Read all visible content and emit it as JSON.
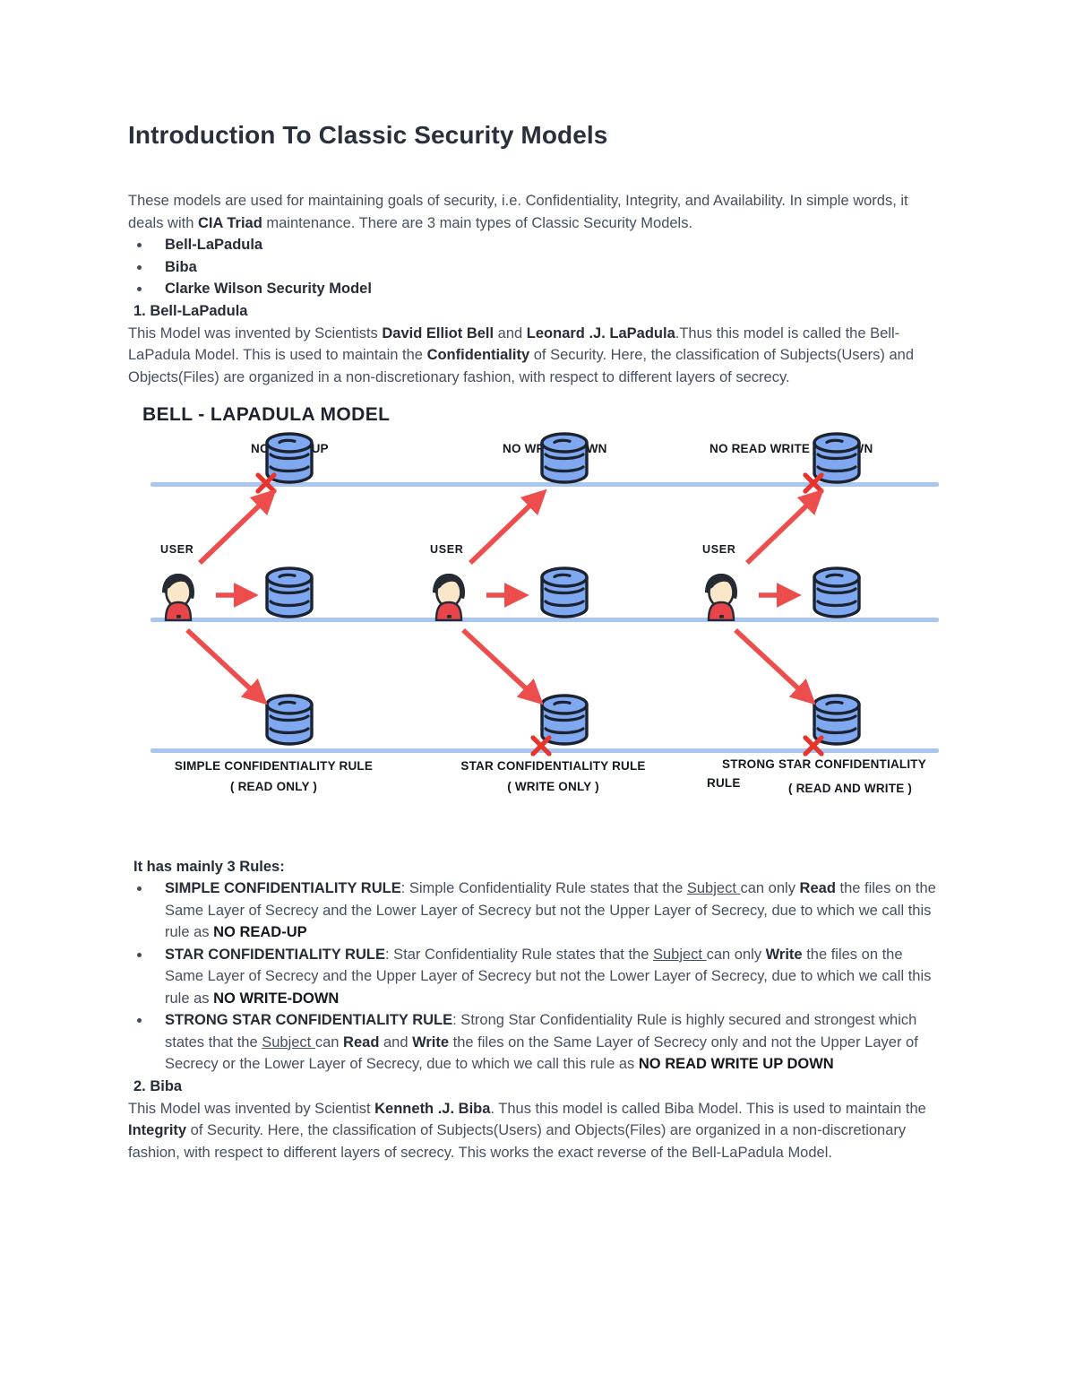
{
  "document": {
    "title": "Introduction To Classic Security Models",
    "intro": {
      "part1": "These models are used for maintaining goals of security, i.e. Confidentiality, Integrity, and Availability. In simple words, it deals with ",
      "bold1": "CIA Triad",
      "part2": " maintenance. There are 3 main types of Classic Security Models."
    },
    "model_list": [
      "Bell-LaPadula",
      "Biba",
      "Clarke Wilson Security Model"
    ],
    "section1": {
      "heading": "1. Bell-LaPadula",
      "p1": "This Model was invented by Scientists ",
      "b1": "David Elliot Bell",
      "p2": " and ",
      "b2": "Leonard .J. LaPadula",
      "p3": ".Thus this model is called the Bell-LaPadula Model. This is used to maintain the ",
      "b3": "Confidentiality",
      "p4": " of Security. Here, the classification of Subjects(Users) and Objects(Files) are organized in a non-discretionary fashion, with respect to different layers of secrecy."
    },
    "diagram": {
      "title": "BELL - LAPADULA MODEL",
      "user_label": "USER",
      "columns": [
        {
          "top_label": "NO READ UP",
          "bottom_label_line1": "SIMPLE CONFIDENTIALITY RULE",
          "bottom_label_line2": "( READ ONLY )",
          "x_top": true,
          "x_bottom": false
        },
        {
          "top_label": "NO WRITE DOWN",
          "bottom_label_line1": "STAR CONFIDENTIALITY RULE",
          "bottom_label_line2": "( WRITE ONLY )",
          "x_top": false,
          "x_bottom": true
        },
        {
          "top_label": "NO READ WRITE UP DOWN",
          "bottom_label_line1": "STRONG STAR CONFIDENTIALITY",
          "bottom_label_line1b": "RULE",
          "bottom_label_line2": "( READ AND WRITE )",
          "x_top": true,
          "x_bottom": true
        }
      ],
      "colors": {
        "database_fill": "#7fa8f0",
        "database_stroke": "#1b2230",
        "layer_line": "#a9c6f2",
        "arrow": "#ee4d4d",
        "x_mark": "#e8342f",
        "shirt": "#e8454a",
        "hair": "#262b33",
        "skin": "#fae6c8"
      }
    },
    "rules": {
      "heading": "It has mainly 3 Rules:",
      "items": [
        {
          "name": "SIMPLE CONFIDENTIALITY RULE",
          "t1": ": Simple Confidentiality Rule states that the ",
          "u1": "Subject ",
          "t2": "can only ",
          "b1": "Read",
          "t3": " the files on the Same Layer of Secrecy and the Lower Layer of Secrecy but not the Upper Layer of Secrecy, due to which we call this rule as ",
          "caps": "NO READ-UP"
        },
        {
          "name": "STAR CONFIDENTIALITY RULE",
          "t1": ": Star Confidentiality Rule states that the ",
          "u1": "Subject ",
          "t2": "can only ",
          "b1": "Write",
          "t3": " the files on the Same Layer of Secrecy and the Upper Layer of Secrecy but not the Lower Layer of Secrecy, due to which we call this rule as ",
          "caps": "NO WRITE-DOWN"
        },
        {
          "name": "STRONG STAR CONFIDENTIALITY RULE",
          "t1": ": Strong Star Confidentiality Rule is highly secured and strongest which states that the ",
          "u1": "Subject ",
          "t2": "can ",
          "b1": "Read",
          "t2b": " and ",
          "b2": "Write",
          "t3": " the files on the Same Layer of Secrecy only and not the Upper Layer of Secrecy or the Lower Layer of Secrecy, due to which we call this rule as ",
          "caps": "NO READ WRITE UP DOWN"
        }
      ]
    },
    "section2": {
      "heading": "2. Biba",
      "p1": "This Model was invented by Scientist ",
      "b1": "Kenneth .J. Biba",
      "p2": ". Thus this model is called Biba Model. This is used to maintain the ",
      "b2": "Integrity",
      "p3": " of Security. Here, the classification of Subjects(Users) and Objects(Files) are organized in a non-discretionary fashion, with respect to different layers of secrecy. This works the exact reverse of the Bell-LaPadula Model."
    }
  }
}
